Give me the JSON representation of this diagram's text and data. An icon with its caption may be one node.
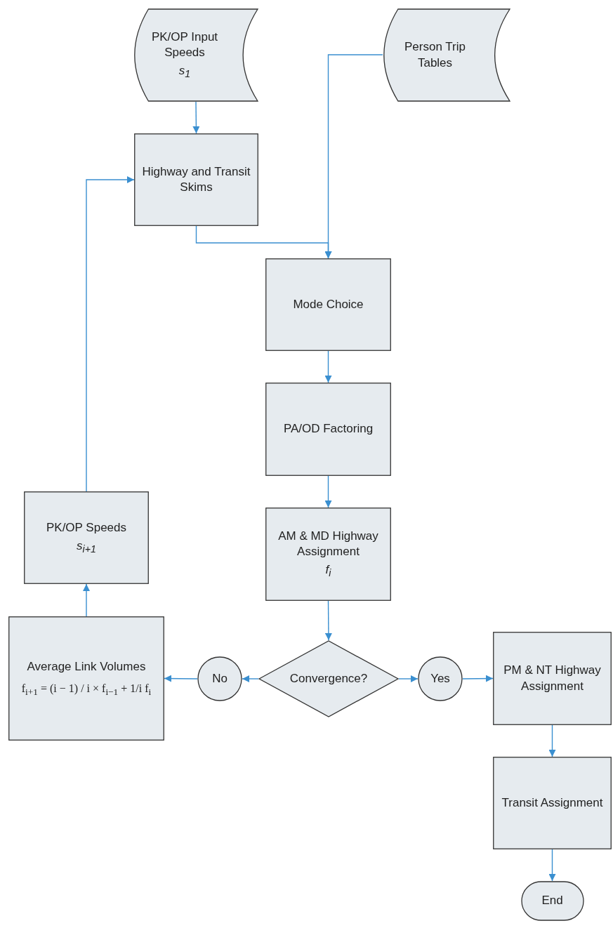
{
  "diagram": {
    "nodes": [
      {
        "text": [
          "PK/OP Input Speeds",
          "s$_{1}$"
        ]
      },
      {
        "text": [
          "Person Trip Tables"
        ]
      },
      {
        "text": [
          "Highway and Transit Skims"
        ]
      },
      {
        "text": [
          "Mode Choice"
        ]
      },
      {
        "text": [
          "PA/OD Factoring"
        ]
      },
      {
        "text": [
          "AM & MD Highway Assignment",
          "f$_{i}$"
        ]
      },
      {
        "text": [
          "Convergence?"
        ]
      },
      {
        "text": [
          "No"
        ]
      },
      {
        "text": [
          "Yes"
        ]
      },
      {
        "text": [
          "PK/OP Speeds",
          "s$_{i+1}$"
        ]
      },
      {
        "text": [
          "Average Link Volumes",
          "f$_{i+1}$ = (i − 1) / i × f$_{i−1}$ + 1/i f$_{i}$"
        ]
      },
      {
        "text": [
          "PM & NT Highway Assignment"
        ]
      },
      {
        "text": [
          "Transit Assignment"
        ]
      },
      {
        "text": [
          "End"
        ]
      }
    ],
    "edges": [
      {
        "from": 0,
        "to": 2,
        "arrow": "to"
      },
      {
        "from": 2,
        "to": 3,
        "arrow": "to"
      },
      {
        "from": 1,
        "to": 3,
        "arrow": "to"
      },
      {
        "from": 3,
        "to": 4,
        "arrow": "to"
      },
      {
        "from": 4,
        "to": 5,
        "arrow": "to"
      },
      {
        "from": 5,
        "to": 6,
        "arrow": "to"
      },
      {
        "from": 6,
        "to": 7,
        "arrow": "to"
      },
      {
        "from": 7,
        "to": 10,
        "arrow": "to"
      },
      {
        "from": 10,
        "to": 9,
        "arrow": "to"
      },
      {
        "from": 9,
        "to": 2,
        "arrow": "to"
      },
      {
        "from": 6,
        "to": 8,
        "arrow": "to"
      },
      {
        "from": 8,
        "to": 11,
        "arrow": "to"
      },
      {
        "from": 11,
        "to": 12,
        "arrow": "to"
      },
      {
        "from": 12,
        "to": 13,
        "arrow": "to"
      }
    ]
  }
}
